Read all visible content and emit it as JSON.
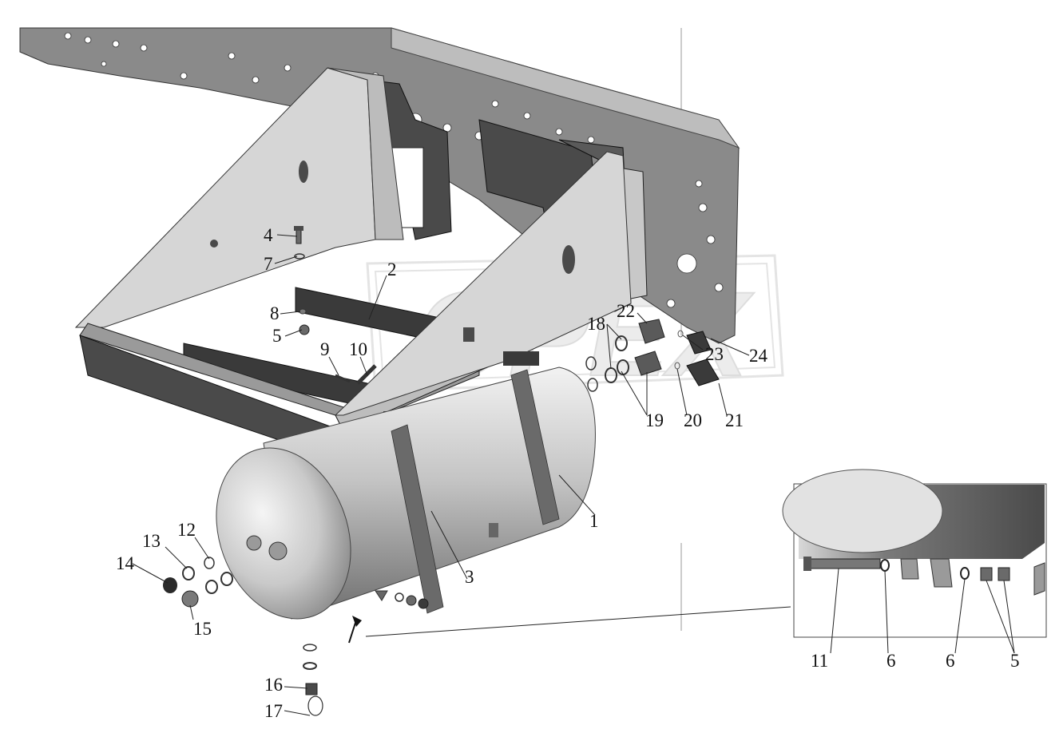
{
  "labels": {
    "l1": "1",
    "l2": "2",
    "l3": "3",
    "l4": "4",
    "l5": "5",
    "l6": "6",
    "l7": "7",
    "l8": "8",
    "l9": "9",
    "l10": "10",
    "l11": "11",
    "l12": "12",
    "l13": "13",
    "l14": "14",
    "l15": "15",
    "l16": "16",
    "l17": "17",
    "l18": "18",
    "l19": "19",
    "l20": "20",
    "l21": "21",
    "l22": "22",
    "l23": "23",
    "l24": "24",
    "inset_l11": "11",
    "inset_l6a": "6",
    "inset_l6b": "6",
    "inset_l5": "5"
  },
  "watermark": "OPEX",
  "colors": {
    "frame_dark": "#3a3a3a",
    "bracket_light": "#d6d6d6",
    "tank_silver": "#c8c8c8",
    "watermark": "#e0e0e0"
  },
  "icons": {
    "arrow": "up-right-arrow"
  }
}
